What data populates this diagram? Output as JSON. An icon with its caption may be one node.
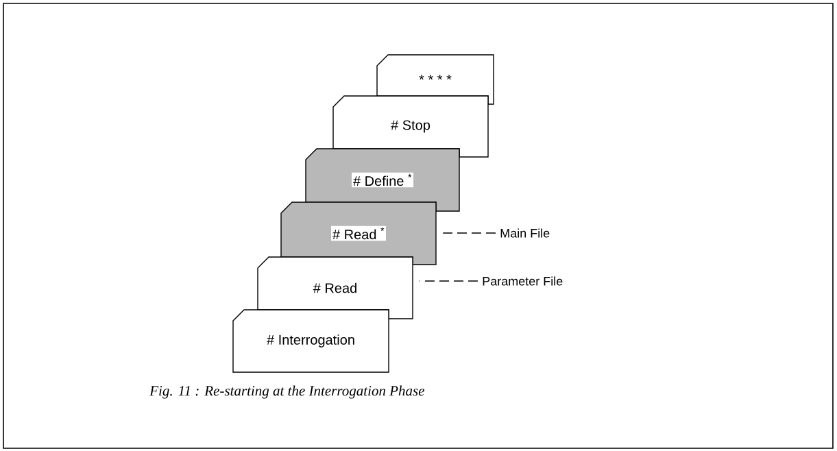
{
  "diagram": {
    "caption": "Fig. 11 : Re-starting at the Interrogation Phase",
    "nodes": [
      {
        "text": [
          "* * * *"
        ]
      },
      {
        "text": [
          "# Stop"
        ]
      },
      {
        "text": [
          "# Define $^{*}$"
        ]
      },
      {
        "text": [
          "# Read $^{*}$"
        ]
      },
      {
        "text": [
          "# Read"
        ]
      },
      {
        "text": [
          "# Interrogation"
        ]
      },
      {
        "text": [
          "Main File"
        ]
      },
      {
        "text": [
          "Parameter File"
        ]
      }
    ],
    "edges": [
      {
        "from": 6,
        "to": 3,
        "arrow": "none",
        "style": "dashed"
      },
      {
        "from": 7,
        "to": 4,
        "arrow": "none",
        "style": "dashed"
      }
    ]
  }
}
